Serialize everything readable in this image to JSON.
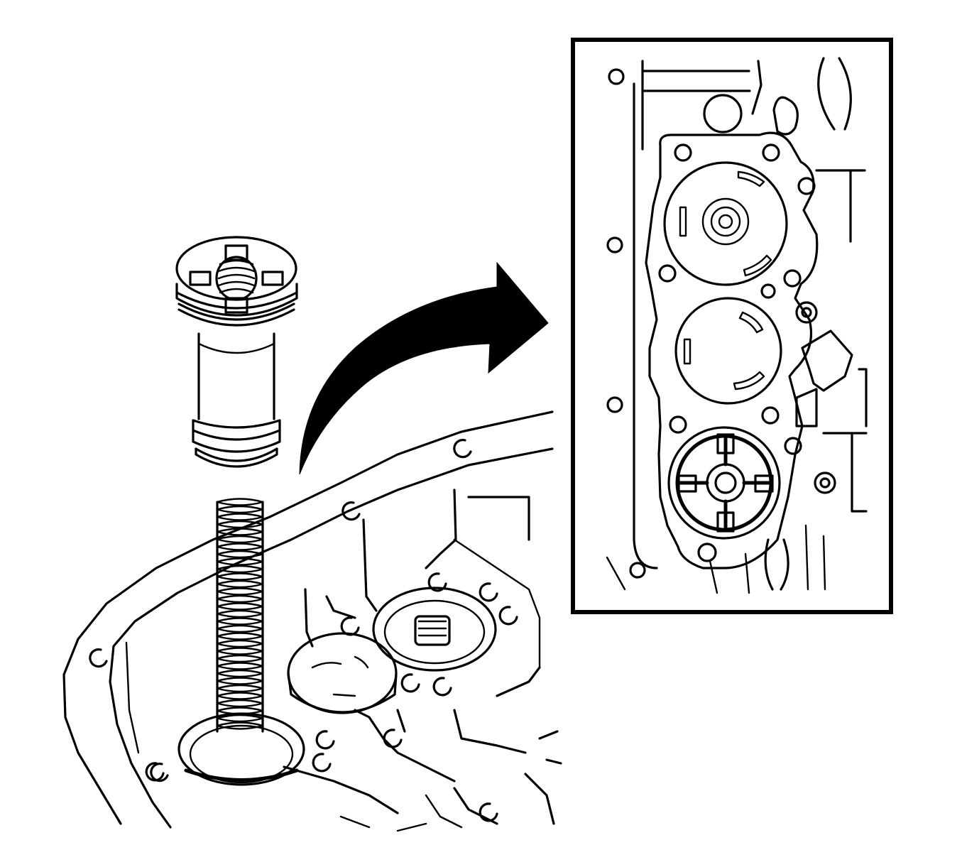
{
  "figure": {
    "components": [
      "accumulator-piston",
      "accumulator-spring",
      "transmission-case",
      "direction-arrow",
      "detail-inset"
    ],
    "colors": {
      "line": "#000000",
      "background": "#ffffff"
    }
  }
}
